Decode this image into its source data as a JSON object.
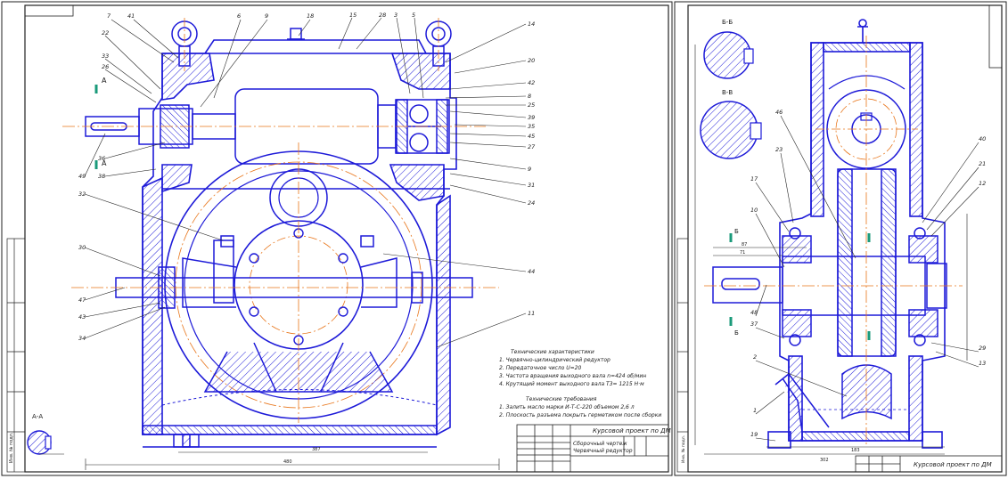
{
  "colors": {
    "line": "#1d1ad8",
    "hatch": "#1d1ad8",
    "center": "#e8751a",
    "text": "#1a1a1a",
    "marker": "#1a9a7a"
  },
  "left_sheet": {
    "corner_label": "Инв. № подл.",
    "overall_dimensions": {
      "width": "480",
      "inner": "387"
    },
    "callouts": [
      {
        "id": "c7",
        "text": "7"
      },
      {
        "id": "c41",
        "text": "41"
      },
      {
        "id": "c6",
        "text": "6"
      },
      {
        "id": "c9a",
        "text": "9"
      },
      {
        "id": "c18",
        "text": "18"
      },
      {
        "id": "c15",
        "text": "15"
      },
      {
        "id": "c28",
        "text": "28"
      },
      {
        "id": "c3",
        "text": "3"
      },
      {
        "id": "c5",
        "text": "5"
      },
      {
        "id": "c14",
        "text": "14"
      },
      {
        "id": "c22",
        "text": "22"
      },
      {
        "id": "c33",
        "text": "33"
      },
      {
        "id": "c26",
        "text": "26"
      },
      {
        "id": "c20",
        "text": "20"
      },
      {
        "id": "c42",
        "text": "42"
      },
      {
        "id": "c8",
        "text": "8"
      },
      {
        "id": "c25",
        "text": "25"
      },
      {
        "id": "c39",
        "text": "39"
      },
      {
        "id": "c35",
        "text": "35"
      },
      {
        "id": "c45",
        "text": "45"
      },
      {
        "id": "c27",
        "text": "27"
      },
      {
        "id": "c36",
        "text": "36"
      },
      {
        "id": "c38",
        "text": "38"
      },
      {
        "id": "c49",
        "text": "49"
      },
      {
        "id": "c9b",
        "text": "9"
      },
      {
        "id": "c31",
        "text": "31"
      },
      {
        "id": "c24",
        "text": "24"
      },
      {
        "id": "c32",
        "text": "32"
      },
      {
        "id": "c30",
        "text": "30"
      },
      {
        "id": "c44",
        "text": "44"
      },
      {
        "id": "c47",
        "text": "47"
      },
      {
        "id": "c43",
        "text": "43"
      },
      {
        "id": "c34",
        "text": "34"
      },
      {
        "id": "c11",
        "text": "11"
      }
    ],
    "section_markers": {
      "a_top": "А",
      "a_bottom": "А",
      "section_aa": "А-А"
    },
    "tech_characteristics": {
      "title": "Технические характеристики",
      "items": [
        "1. Червячно-цилиндрический редуктор",
        "2. Передаточное число U=20",
        "3. Частота вращения выходного вала n=424 об/мин",
        "4. Крутящий момент выходного вала T3= 1215 Н·м"
      ]
    },
    "tech_requirements": {
      "title": "Технические требования",
      "items": [
        "1. Залить масло марки И-Т-С-220 объемом 2,6 л",
        "2. Плоскость разъема покрыть герметиком после сборки"
      ]
    },
    "title_block": {
      "project": "Курсовой проект по ДМ",
      "name_line1": "Сборочный чертеж",
      "name_line2": "Червячный редуктор"
    }
  },
  "right_sheet": {
    "corner_label": "Инв. № подл.",
    "section_bb": "Б-Б",
    "section_vv": "В-В",
    "marker_b": "Б",
    "callouts": [
      {
        "id": "r46",
        "text": "46"
      },
      {
        "id": "r23",
        "text": "23"
      },
      {
        "id": "r40",
        "text": "40"
      },
      {
        "id": "r21",
        "text": "21"
      },
      {
        "id": "r12",
        "text": "12"
      },
      {
        "id": "r17",
        "text": "17"
      },
      {
        "id": "r10",
        "text": "10"
      },
      {
        "id": "r48",
        "text": "48"
      },
      {
        "id": "r37",
        "text": "37"
      },
      {
        "id": "r29",
        "text": "29"
      },
      {
        "id": "r13",
        "text": "13"
      },
      {
        "id": "r2",
        "text": "2"
      },
      {
        "id": "r1",
        "text": "1"
      },
      {
        "id": "r19",
        "text": "19"
      }
    ],
    "dimensions": {
      "d1": "71",
      "d2": "87",
      "bottom1": "302",
      "bottom2": "183"
    },
    "title_block": {
      "project": "Курсовой проект по ДМ"
    }
  }
}
